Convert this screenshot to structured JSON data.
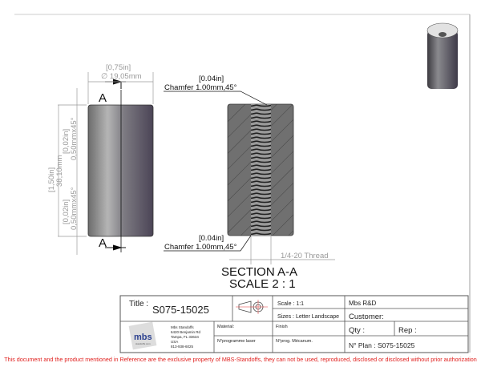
{
  "front_view": {
    "diameter_in": "[0,75in]",
    "diameter_mm": "∅ 19,05mm",
    "length_in": "[1,50in]",
    "length_mm": "38,10mm",
    "top_chamfer_in": "[0,02in]",
    "top_chamfer_mm": "0,50mmx45°",
    "bottom_chamfer_in": "[0,02in]",
    "bottom_chamfer_mm": "0,50mmx45°",
    "section_marker_top": "A",
    "section_marker_bottom": "A"
  },
  "section_view": {
    "top_chamfer_in": "[0.04in]",
    "top_chamfer_label": "Chamfer 1.00mm,45°",
    "bottom_chamfer_in": "[0.04in]",
    "bottom_chamfer_label": "Chamfer 1.00mm,45°",
    "thread_label": "1/4-20 Thread",
    "title": "SECTION A-A",
    "scale": "SCALE 2 : 1"
  },
  "title_block": {
    "title_label": "Title :",
    "title_value": "S075-15025",
    "scale": "Scale : 1:1",
    "sizes": "Sizes : Letter Landscape",
    "company": "Mbs R&D",
    "customer": "Customer:",
    "material": "Material:",
    "finish": "Finish",
    "qty": "Qty :",
    "rep": "Rep :",
    "laser_program": "N°programme laser",
    "mech_program": "N°prog. Mécanum.",
    "plan_number": "N° Plan : S075-15025",
    "address": [
      "Mbs Standoffs",
      "6420 Benjamin Rd",
      "Tampa, FL 33634",
      "USA",
      "813-938-6025"
    ],
    "logo_text": "mbs",
    "logo_sub": "standoffs.com"
  },
  "footer": "This document and the product mentioned in Reference are the exclusive property of MBS-Standoffs, they can not be used, reproduced, disclosed or disclosed without prior authorization",
  "colors": {
    "footer": "#e0201e",
    "part_dark": "#4b4456",
    "part_light": "#b8b8b8",
    "dimension": "#9a9a9a"
  }
}
